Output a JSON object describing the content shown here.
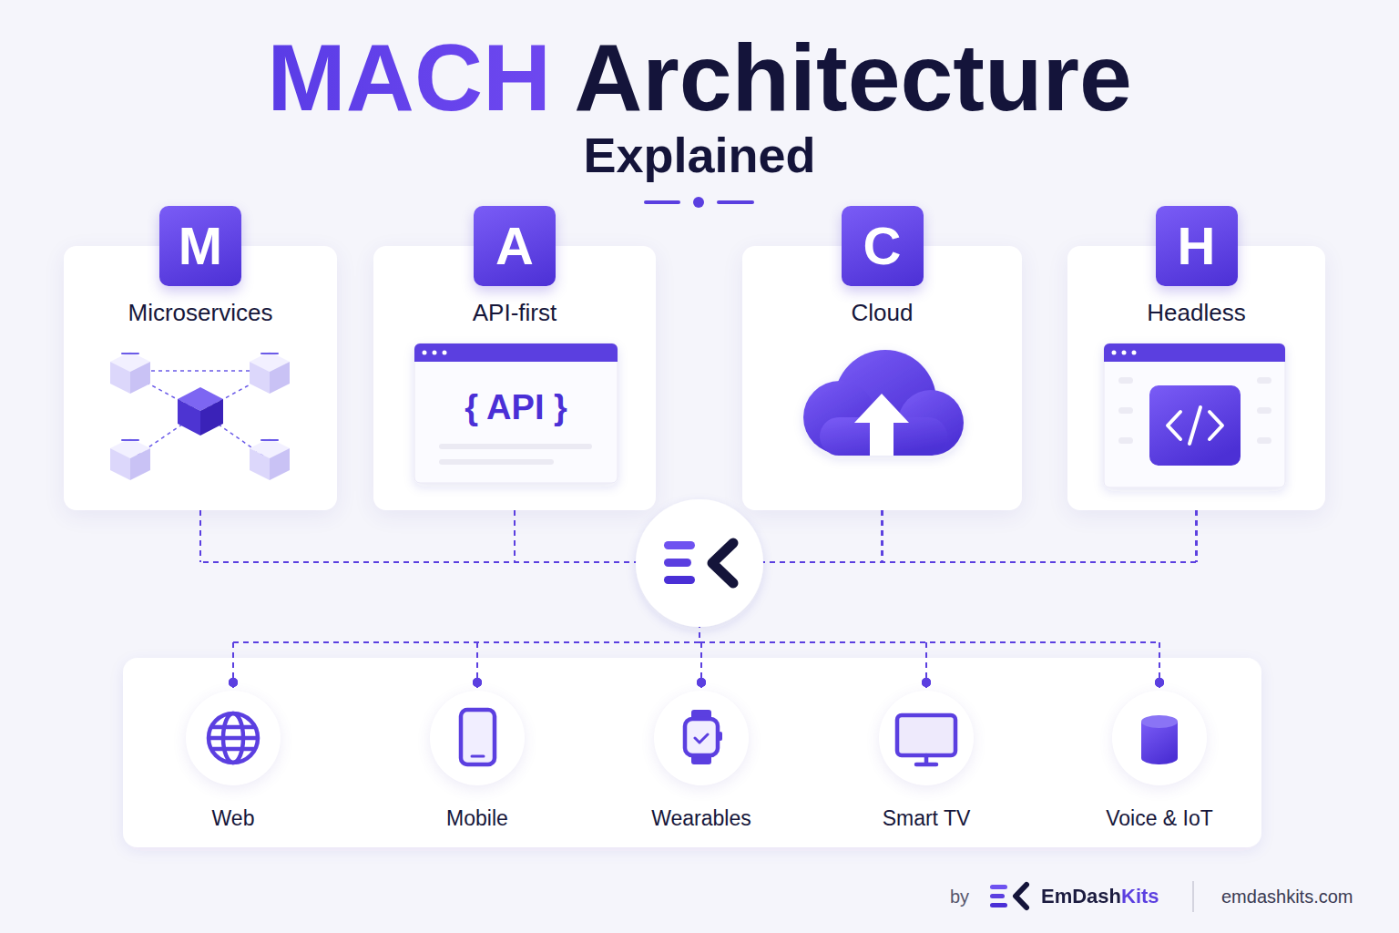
{
  "diagram": {
    "title": "MACH Architecture",
    "nodes": [
      {
        "text": [
          "Microservices"
        ]
      },
      {
        "text": [
          "M"
        ],
        "in": 0
      },
      {
        "text": [
          "API-first"
        ]
      },
      {
        "text": [
          "A"
        ],
        "in": 2
      },
      {
        "text": [
          "{ API }"
        ],
        "in": 2
      },
      {
        "text": [
          "Cloud"
        ]
      },
      {
        "text": [
          "C"
        ],
        "in": 5
      },
      {
        "text": [
          "Headless"
        ]
      },
      {
        "text": [
          "H"
        ],
        "in": 7
      },
      {
        "text": [
          "Web"
        ]
      },
      {
        "text": [
          "Mobile"
        ]
      },
      {
        "text": [
          "Wearables"
        ]
      },
      {
        "text": [
          "Smart TV"
        ]
      },
      {
        "text": [
          "Voice & IoT"
        ]
      }
    ],
    "edges": [
      {
        "from": 0,
        "to": 9,
        "arrow": "none"
      },
      {
        "from": 0,
        "to": 10,
        "arrow": "none"
      },
      {
        "from": 0,
        "to": 11,
        "arrow": "none"
      },
      {
        "from": 0,
        "to": 12,
        "arrow": "none"
      },
      {
        "from": 0,
        "to": 13,
        "arrow": "none"
      },
      {
        "from": 2,
        "to": 9,
        "arrow": "none"
      },
      {
        "from": 2,
        "to": 10,
        "arrow": "none"
      },
      {
        "from": 2,
        "to": 11,
        "arrow": "none"
      },
      {
        "from": 2,
        "to": 12,
        "arrow": "none"
      },
      {
        "from": 2,
        "to": 13,
        "arrow": "none"
      },
      {
        "from": 5,
        "to": 9,
        "arrow": "none"
      },
      {
        "from": 5,
        "to": 10,
        "arrow": "none"
      },
      {
        "from": 5,
        "to": 11,
        "arrow": "none"
      },
      {
        "from": 5,
        "to": 12,
        "arrow": "none"
      },
      {
        "from": 5,
        "to": 13,
        "arrow": "none"
      },
      {
        "from": 7,
        "to": 9,
        "arrow": "none"
      },
      {
        "from": 7,
        "to": 10,
        "arrow": "none"
      },
      {
        "from": 7,
        "to": 11,
        "arrow": "none"
      },
      {
        "from": 7,
        "to": 12,
        "arrow": "none"
      },
      {
        "from": 7,
        "to": 13,
        "arrow": "none"
      }
    ],
    "labels": [
      "Explained",
      "by",
      "EmDashKits",
      "emdashkits.com"
    ]
  }
}
